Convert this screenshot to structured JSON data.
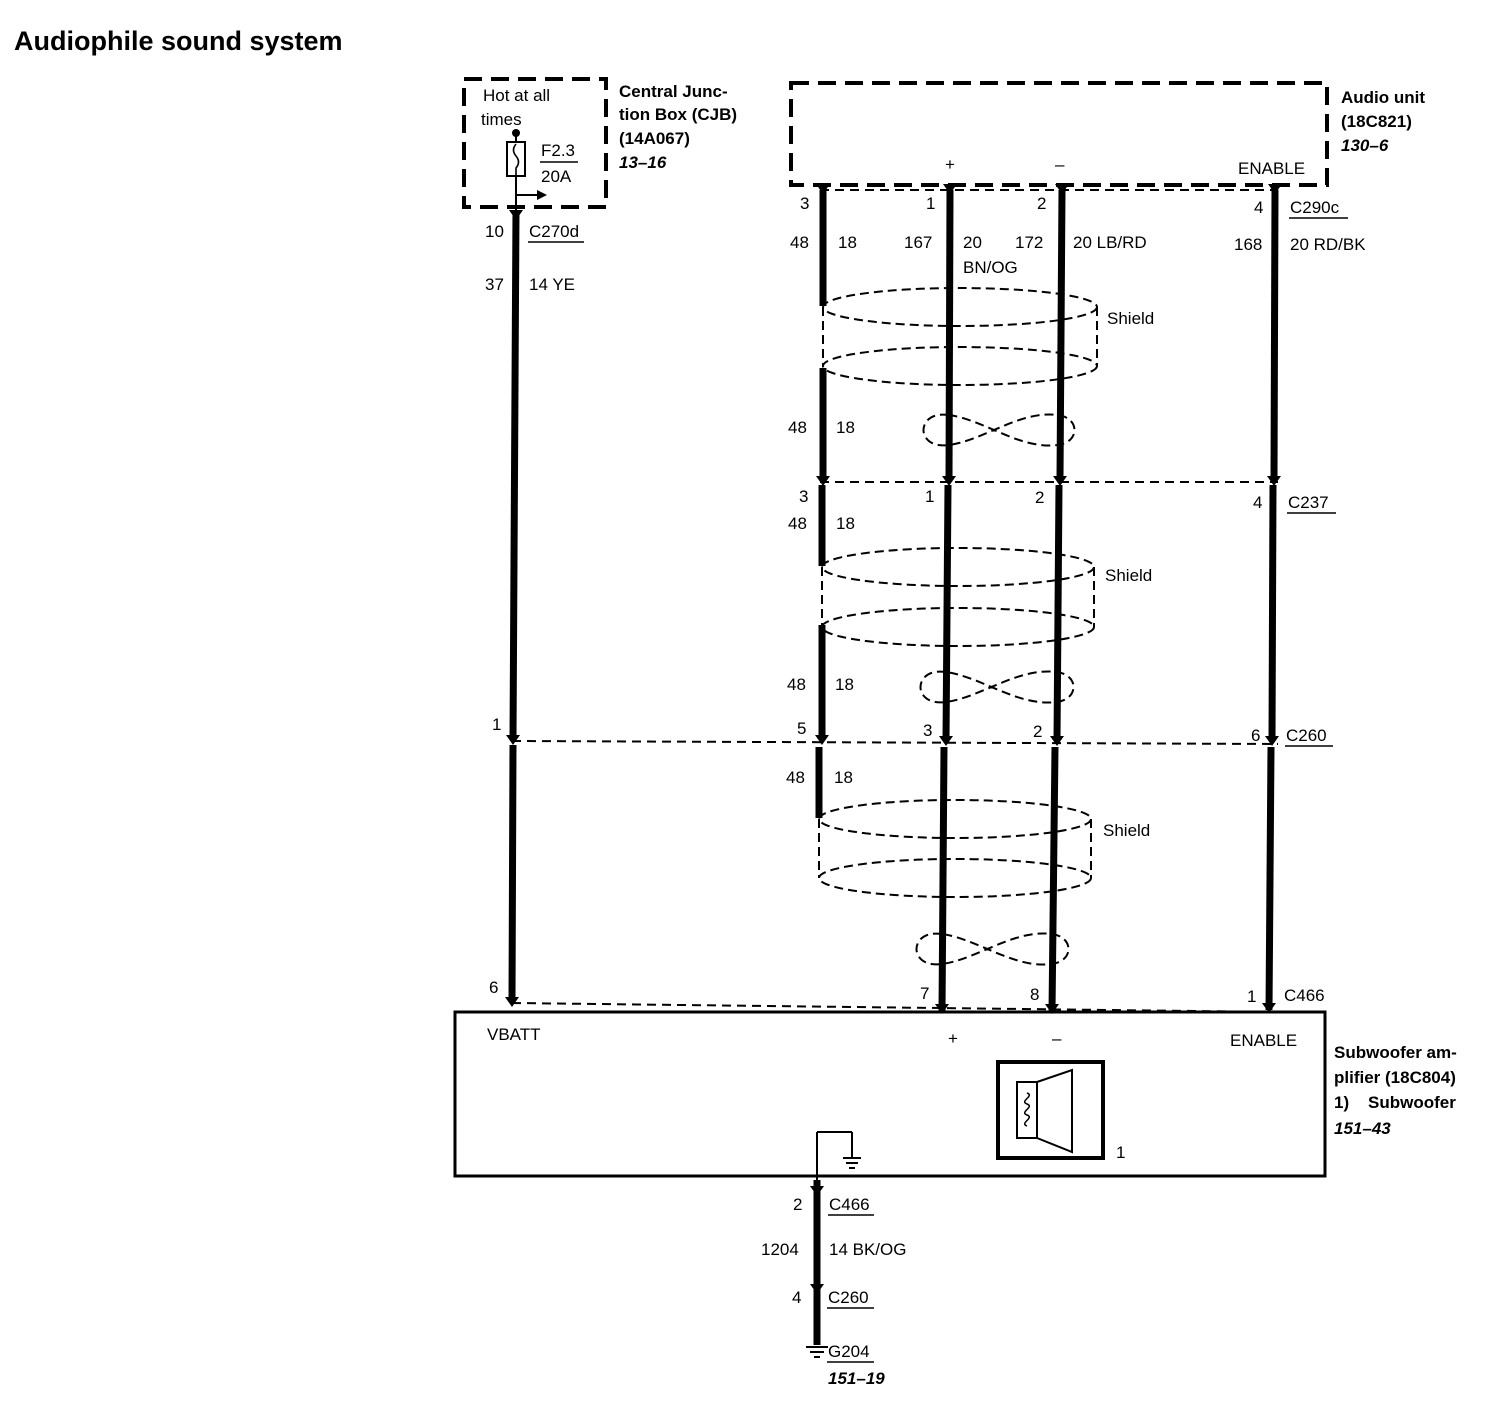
{
  "title": "Audiophile sound system",
  "cjb": {
    "hot_label_1": "Hot at all",
    "hot_label_2": "times",
    "fuse_id": "F2.3",
    "fuse_rating": "20A",
    "name_1": "Central Junc-",
    "name_2": "tion Box (CJB)",
    "part": "(14A067)",
    "ref": "13–16"
  },
  "audio_unit": {
    "name": "Audio unit",
    "part": "(18C821)",
    "ref": "130–6",
    "plus": "+",
    "minus": "–",
    "enable": "ENABLE"
  },
  "wires": {
    "vbatt_circuit": "37",
    "vbatt_spec": "14 YE",
    "shield_circuit": "48",
    "shield_spec": "18",
    "plus_circuit": "167",
    "plus_spec_1": "20",
    "plus_spec_2": "BN/OG",
    "minus_circuit": "172",
    "minus_spec": "20 LB/RD",
    "enable_circuit": "168",
    "enable_spec": "20 RD/BK",
    "ground_circuit": "1204",
    "ground_spec": "14 BK/OG"
  },
  "shield_label": "Shield",
  "connectors": {
    "c270d": "C270d",
    "c290c": "C290c",
    "c237": "C237",
    "c260": "C260",
    "c466": "C466",
    "g204": "G204"
  },
  "pins": {
    "c270d_vbatt": "10",
    "c290c_shield": "3",
    "c290c_plus": "1",
    "c290c_minus": "2",
    "c290c_enable": "4",
    "c237_shield": "3",
    "c237_plus": "1",
    "c237_minus": "2",
    "c237_enable": "4",
    "c260_vbatt": "1",
    "c260_shield": "5",
    "c260_plus": "3",
    "c260_minus": "2",
    "c260_enable": "6",
    "c466_vbatt": "6",
    "c466_plus": "7",
    "c466_minus": "8",
    "c466_enable": "1",
    "c466_ground": "2",
    "c260_ground": "4"
  },
  "amplifier": {
    "vbatt": "VBATT",
    "plus": "+",
    "minus": "–",
    "enable": "ENABLE",
    "name_1": "Subwoofer am-",
    "name_2": "plifier (18C804)",
    "item_num": "1)",
    "item_name": "Subwoofer",
    "ref": "151–43",
    "speaker_callout": "1"
  },
  "ground_ref": "151–19"
}
